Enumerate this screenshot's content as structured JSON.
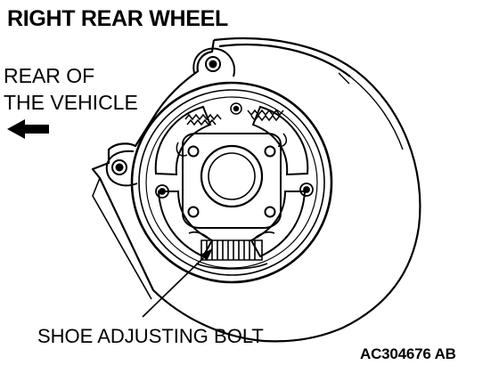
{
  "title": "RIGHT REAR WHEEL",
  "direction": {
    "line1": "REAR OF",
    "line2": "THE VEHICLE",
    "arrow_icon": "left-arrow-icon"
  },
  "callout": {
    "label": "SHOE ADJUSTING BOLT"
  },
  "figure_code": "AC304676 AB",
  "colors": {
    "ink": "#000000",
    "paper": "#ffffff"
  }
}
